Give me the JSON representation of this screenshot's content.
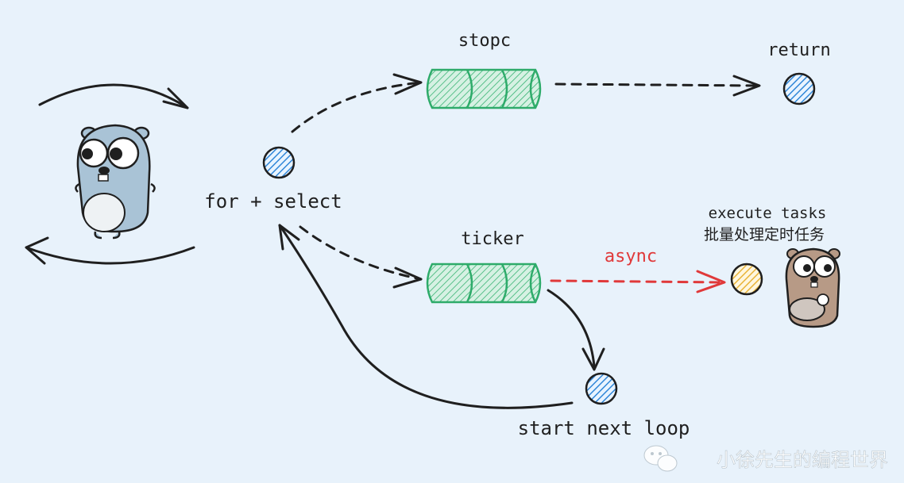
{
  "labels": {
    "stopc": "stopc",
    "return": "return",
    "for_select": "for + select",
    "ticker": "ticker",
    "async": "async",
    "execute_tasks": "execute tasks",
    "execute_tasks_cn": "批量处理定时任务",
    "start_next_loop": "start next loop"
  },
  "watermark": {
    "text": "小徐先生的编程世界",
    "icon": "wechat-icon"
  },
  "colors": {
    "background": "#e8f2fb",
    "queue": "#2eab6a",
    "queue_fill": "#cdeedd",
    "node": "#2f86d8",
    "node_async": "#e9b43a",
    "async_arrow": "#e0393a",
    "ink": "#1f1f1f",
    "gopher_blue": "#a9c3d6",
    "gopher_brown": "#b79a86"
  }
}
